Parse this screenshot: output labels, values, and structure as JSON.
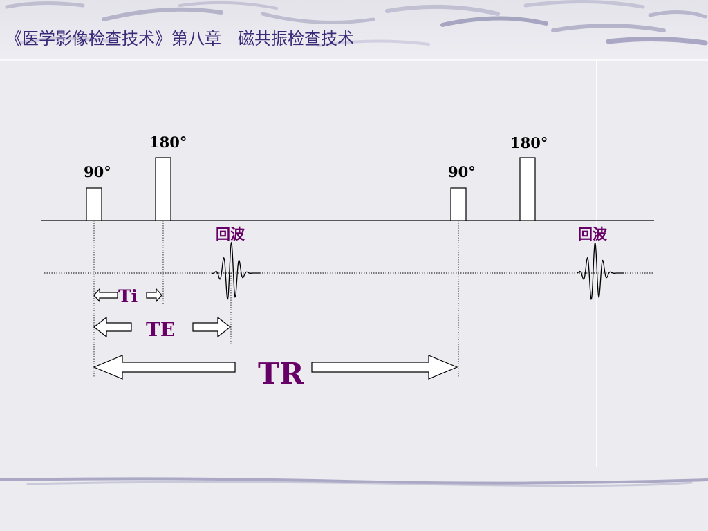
{
  "slide": {
    "title": "《医学影像检查技术》第八章　磁共振检查技术"
  },
  "diagram": {
    "pulse_90_left": "90°",
    "pulse_180_left": "180°",
    "pulse_90_right": "90°",
    "pulse_180_right": "180°",
    "echo_left": "回波",
    "echo_right": "回波",
    "ti_label": "Ti",
    "te_label": "TE",
    "tr_label": "TR",
    "colors": {
      "label_purple": "#660066",
      "title_color": "#3a2a78",
      "line": "#000000"
    }
  }
}
